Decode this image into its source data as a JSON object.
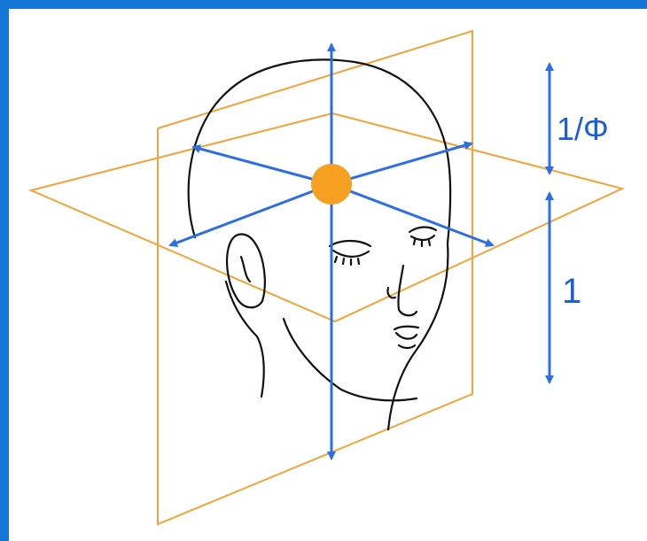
{
  "diagram": {
    "ratio_label_top": "1/Φ",
    "ratio_label_bottom": "1"
  },
  "colors": {
    "frame": "#1477d6",
    "plane": "#f0a43a",
    "arrow": "#2e6fe0",
    "center_dot": "#f5a020",
    "line_art": "#111111"
  },
  "icons": {
    "center": "center-point-icon",
    "head": "head-illustration"
  }
}
